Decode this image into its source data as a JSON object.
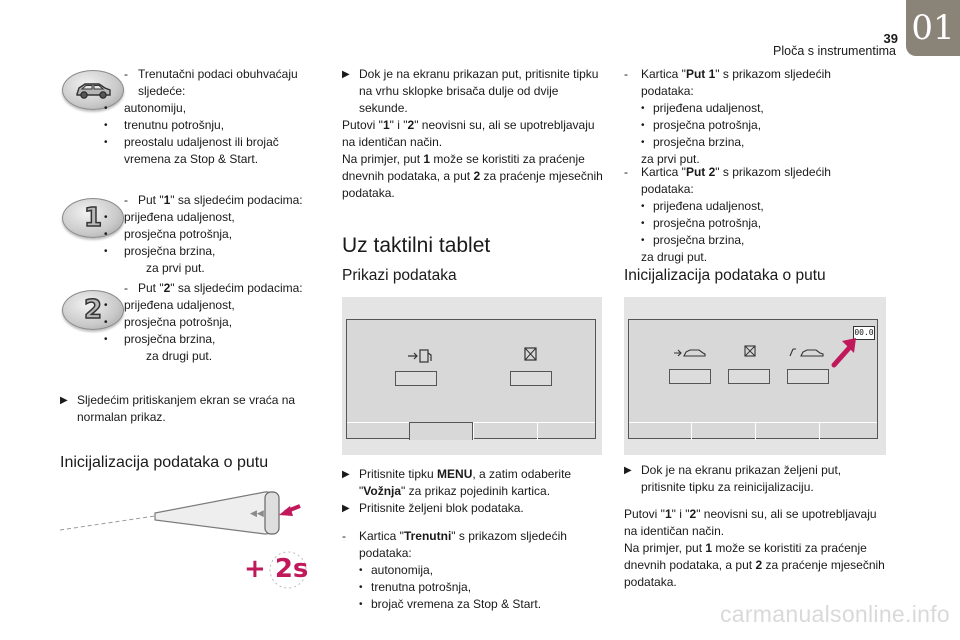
{
  "header": {
    "page_number": "39",
    "running_head": "Ploča s instrumentima",
    "chapter": "01"
  },
  "col1": {
    "block1": {
      "dash_line": "Trenutačni podaci obuhvaćaju sljedeće:",
      "bullets": [
        "autonomiju,",
        "trenutnu potrošnju,",
        "preostalu udaljenost ili brojač vremena za Stop & Start."
      ]
    },
    "block2": {
      "pre": "Put \"",
      "bold": "1",
      "post": "\" sa sljedećim podacima:",
      "bullets": [
        "prijeđena udaljenost,",
        "prosječna potrošnja,",
        "prosječna brzina,"
      ],
      "tail": "za prvi put."
    },
    "block3": {
      "pre": "Put \"",
      "bold": "2",
      "post": "\" sa sljedećim podacima:",
      "bullets": [
        "prijeđena udaljenost,",
        "prosječna potrošnja,",
        "prosječna brzina,"
      ],
      "tail": "za drugi put."
    },
    "note": "Sljedećim pritiskanjem ekran se vraća na normalan prikaz.",
    "heading": "Inicijalizacija podataka o putu",
    "badge": "+ 2s",
    "icon_num_1": "1",
    "icon_num_2": "2"
  },
  "col2": {
    "note1": "Dok je na ekranu prikazan put, pritisnite tipku na vrhu sklopke brisača dulje od dvije sekunde.",
    "para1_a": "Putovi \"",
    "para1_b1": "1",
    "para1_c": "\" i \"",
    "para1_b2": "2",
    "para1_d": "\" neovisni su, ali se upotrebljavaju na identičan način.",
    "para2_a": "Na primjer, put ",
    "para2_b1": "1",
    "para2_c": " može se koristiti za praćenje dnevnih podataka, a put ",
    "para2_b2": "2",
    "para2_d": " za praćenje mjesečnih podataka.",
    "heading": "Uz taktilni tablet",
    "subheading": "Prikazi podataka",
    "step1_a": "Pritisnite tipku ",
    "step1_b": "MENU",
    "step1_c": ", a zatim odaberite \"",
    "step1_d": "Vožnja",
    "step1_e": "\" za prikaz pojedinih kartica.",
    "step2": "Pritisnite željeni blok podataka.",
    "card_pre": "Kartica \"",
    "card_bold": "Trenutni",
    "card_post": "\" s prikazom sljedećih podataka:",
    "card_bullets": [
      "autonomija,",
      "trenutna potrošnja,",
      "brojač vremena za Stop & Start."
    ]
  },
  "col3": {
    "card1_pre": "Kartica \"",
    "card1_bold": "Put 1",
    "card1_post": "\" s prikazom sljedećih podataka:",
    "card1_bullets": [
      "prijeđena udaljenost,",
      "prosječna potrošnja,",
      "prosječna brzina,"
    ],
    "card1_tail": "za prvi put.",
    "card2_pre": "Kartica \"",
    "card2_bold": "Put 2",
    "card2_post": "\" s prikazom sljedećih podataka:",
    "card2_bullets": [
      "prijeđena udaljenost,",
      "prosječna potrošnja,",
      "prosječna brzina,"
    ],
    "card2_tail": "za drugi put.",
    "heading": "Inicijalizacija podataka o putu",
    "screen_label": "00.0",
    "note": "Dok je na ekranu prikazan željeni put, pritisnite tipku za reinicijalizaciju.",
    "para1_a": "Putovi \"",
    "para1_b1": "1",
    "para1_c": "\" i \"",
    "para1_b2": "2",
    "para1_d": "\" neovisni su, ali se upotrebljavaju na identičan način.",
    "para2_a": "Na primjer, put ",
    "para2_b1": "1",
    "para2_c": " može se koristiti za praćenje dnevnih podataka, a put ",
    "para2_b2": "2",
    "para2_d": " za praćenje mjesečnih podataka."
  },
  "footer": {
    "watermark": "carmanualsonline.info"
  },
  "colors": {
    "accent_arrow": "#c0185a",
    "chapter_tab": "#8a8478"
  }
}
